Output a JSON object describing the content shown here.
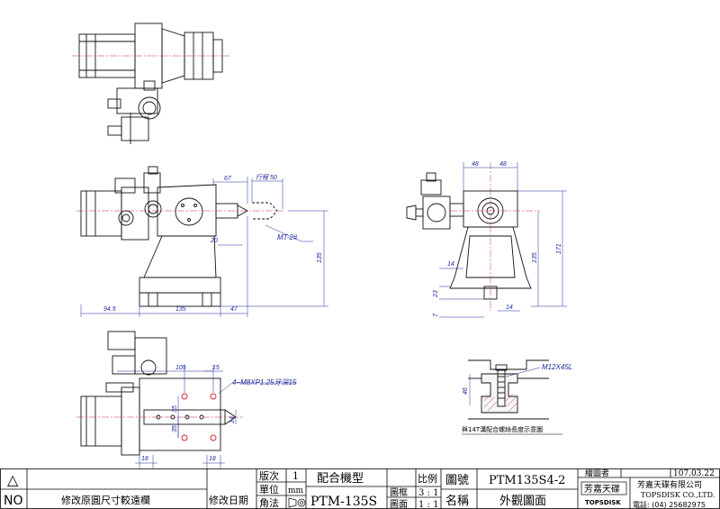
{
  "drawing": {
    "dimensions": {
      "d67": "67",
      "stroke50": "行程 50",
      "thread": "MT-2#",
      "d20": "20",
      "d135v": "135",
      "d94": "94.5",
      "d135h": "135",
      "d47": "47",
      "d48a": "48",
      "d48b": "48",
      "d14a": "14",
      "d135r": "135",
      "d171": "171",
      "d23": "23",
      "d7": "7",
      "d14b": "14",
      "d105": "105",
      "d15": "15",
      "tap": "4−M8XP1.25牙深15",
      "d35a": "35",
      "d14c": "14",
      "d35b": "35",
      "d18a": "18",
      "d18b": "18",
      "bolt": "M12X45L",
      "d46": "46"
    },
    "note": "與14T溝配合螺絲長度示意圖"
  },
  "title_block": {
    "warning_symbol": "△",
    "no_label": "NO",
    "revision_text": "修改原圓尺寸較遠欄",
    "revision_date_label": "修改日期",
    "version_label": "版次",
    "version_value": "1",
    "unit_label": "單位",
    "unit_value": "mm",
    "angle_label": "角法",
    "model_label": "配合機型",
    "model_value": "PTM-135S",
    "scale_label": "比例",
    "scale_frame_label": "圖框",
    "scale_frame_value": "3 : 1",
    "scale_face_label": "圖面",
    "scale_face_value": "1 : 1",
    "drawing_no_label": "圖號",
    "drawing_no_value": "PTM135S4-2",
    "name_label": "名稱",
    "name_value": "外觀圖面",
    "drawer_label": "繪圖者",
    "date_value": "107.03.22",
    "company_cn": "芳嘉天碟有限公司",
    "company_en": "TOPSDISK CO.,LTD.",
    "phone": "電話: (04) 25682975",
    "logo_cn": "芳嘉天碟",
    "logo_en": "TOPSDISK"
  }
}
